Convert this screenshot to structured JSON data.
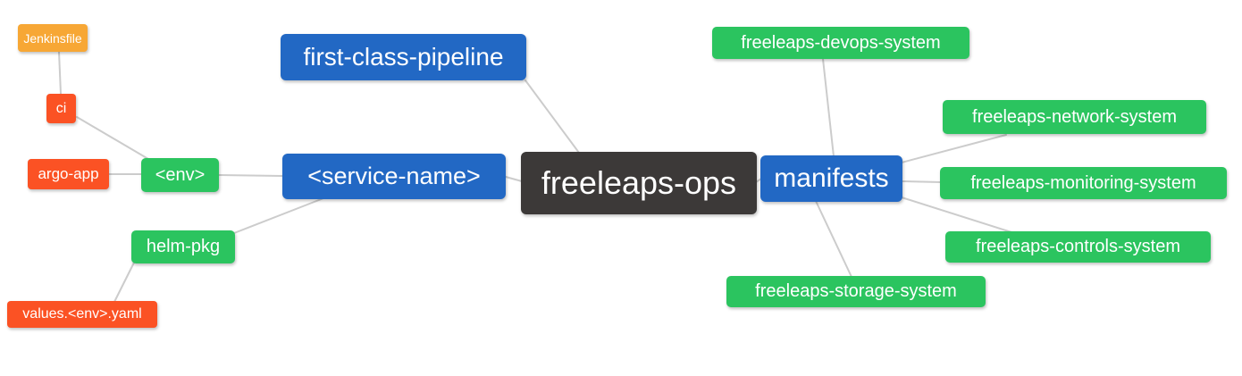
{
  "palette": {
    "root_bg": "#3c3938",
    "branch_bg": "#2268c4",
    "green_bg": "#2bc45f",
    "red_bg": "#fb5224",
    "orange_bg": "#f7a735",
    "edge": "#cccccc",
    "text": "#ffffff",
    "background": "#ffffff"
  },
  "nodes": [
    {
      "id": "jenkinsfile",
      "label": "Jenkinsfile",
      "color": "orange_bg"
    },
    {
      "id": "ci",
      "label": "ci",
      "color": "red_bg"
    },
    {
      "id": "argo-app",
      "label": "argo-app",
      "color": "red_bg"
    },
    {
      "id": "env",
      "label": "<env>",
      "color": "green_bg"
    },
    {
      "id": "first-class-pipeline",
      "label": "first-class-pipeline",
      "color": "branch_bg"
    },
    {
      "id": "service-name",
      "label": "<service-name>",
      "color": "branch_bg"
    },
    {
      "id": "helm-pkg",
      "label": "helm-pkg",
      "color": "green_bg"
    },
    {
      "id": "values-env-yaml",
      "label": "values.<env>.yaml",
      "color": "red_bg"
    },
    {
      "id": "freeleaps-ops",
      "label": "freeleaps-ops",
      "color": "root_bg"
    },
    {
      "id": "manifests",
      "label": "manifests",
      "color": "branch_bg"
    },
    {
      "id": "freeleaps-devops-system",
      "label": "freeleaps-devops-system",
      "color": "green_bg"
    },
    {
      "id": "freeleaps-network-system",
      "label": "freeleaps-network-system",
      "color": "green_bg"
    },
    {
      "id": "freeleaps-monitoring-system",
      "label": "freeleaps-monitoring-system",
      "color": "green_bg"
    },
    {
      "id": "freeleaps-controls-system",
      "label": "freeleaps-controls-system",
      "color": "green_bg"
    },
    {
      "id": "freeleaps-storage-system",
      "label": "freeleaps-storage-system",
      "color": "green_bg"
    }
  ],
  "edges": [
    {
      "from": "Jenkinsfile",
      "to": "ci"
    },
    {
      "from": "ci",
      "to": "<env>"
    },
    {
      "from": "argo-app",
      "to": "<env>"
    },
    {
      "from": "<env>",
      "to": "<service-name>"
    },
    {
      "from": "helm-pkg",
      "to": "<service-name>"
    },
    {
      "from": "values.<env>.yaml",
      "to": "helm-pkg"
    },
    {
      "from": "first-class-pipeline",
      "to": "freeleaps-ops"
    },
    {
      "from": "<service-name>",
      "to": "freeleaps-ops"
    },
    {
      "from": "freeleaps-ops",
      "to": "manifests"
    },
    {
      "from": "manifests",
      "to": "freeleaps-devops-system"
    },
    {
      "from": "manifests",
      "to": "freeleaps-network-system"
    },
    {
      "from": "manifests",
      "to": "freeleaps-monitoring-system"
    },
    {
      "from": "manifests",
      "to": "freeleaps-controls-system"
    },
    {
      "from": "manifests",
      "to": "freeleaps-storage-system"
    }
  ]
}
